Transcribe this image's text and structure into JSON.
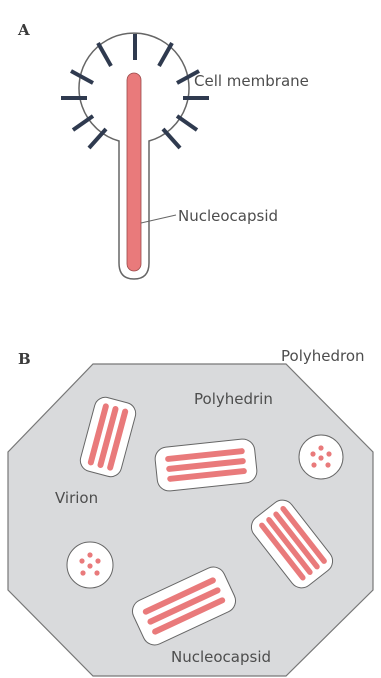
{
  "panel_a": {
    "letter": "A",
    "labels": {
      "cell_membrane": "Cell membrane",
      "nucleocapsid": "Nucleocapsid"
    }
  },
  "panel_b": {
    "letter": "B",
    "labels": {
      "polyhedron": "Polyhedron",
      "polyhedrin": "Polyhedrin",
      "virion": "Virion",
      "nucleocapsid": "Nucleocapsid"
    }
  },
  "colors": {
    "nucleocapsid_fill": "#e97a7b",
    "spike": "#2f3a4f",
    "outline": "#555555",
    "polyhedron_fill": "#d9dadc",
    "text": "#4d4d4d"
  }
}
